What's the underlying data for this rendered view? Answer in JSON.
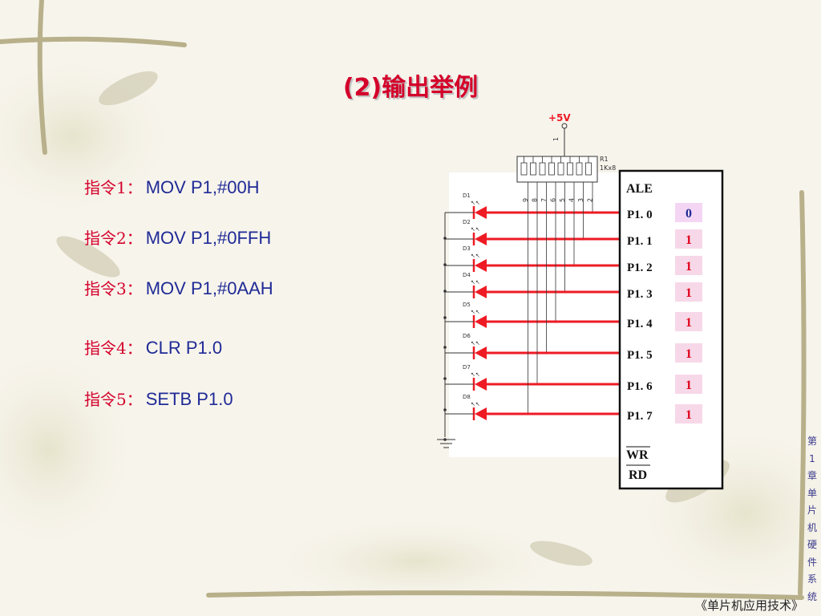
{
  "slide": {
    "title": "(2)输出举例",
    "instructions": [
      {
        "label": "指令1：",
        "code": "MOV P1,#00H"
      },
      {
        "label": "指令2：",
        "code": "MOV P1,#0FFH"
      },
      {
        "label": "指令3：",
        "code": "MOV P1,#0AAH"
      },
      {
        "label": "指令4：",
        "code": "CLR  P1.0"
      },
      {
        "label": "指令5：",
        "code": "SETB  P1.0"
      }
    ],
    "side_chapter": [
      "第",
      "1",
      "章",
      "",
      "单",
      "片",
      "机",
      "硬",
      "件",
      "系",
      "统"
    ],
    "footer": "《单片机应用技术》"
  },
  "diagram": {
    "vcc_label": "+5V",
    "resistor_pin": "1",
    "resistor_label": "R1",
    "resistor_value": "1Kx8",
    "resistor_pins": [
      "9",
      "8",
      "7",
      "6",
      "5",
      "4",
      "3",
      "2"
    ],
    "chip_top_label": "ALE",
    "chip_bottom_labels": [
      "WR",
      "RD"
    ],
    "ports": [
      {
        "pin": "P1. 0",
        "value": "0",
        "led": "D1"
      },
      {
        "pin": "P1. 1",
        "value": "1",
        "led": "D2"
      },
      {
        "pin": "P1. 2",
        "value": "1",
        "led": "D3"
      },
      {
        "pin": "P1. 3",
        "value": "1",
        "led": "D4"
      },
      {
        "pin": "P1. 4",
        "value": "1",
        "led": "D5"
      },
      {
        "pin": "P1. 5",
        "value": "1",
        "led": "D6"
      },
      {
        "pin": "P1. 6",
        "value": "1",
        "led": "D7"
      },
      {
        "pin": "P1. 7",
        "value": "1",
        "led": "D8"
      }
    ],
    "colors": {
      "wire": "#ee1b24",
      "value_zero_bg": "#f4d6f4",
      "value_zero_text": "#1f2a96",
      "value_one_bg": "#f7d8e8",
      "value_one_text": "#e0001b"
    }
  }
}
